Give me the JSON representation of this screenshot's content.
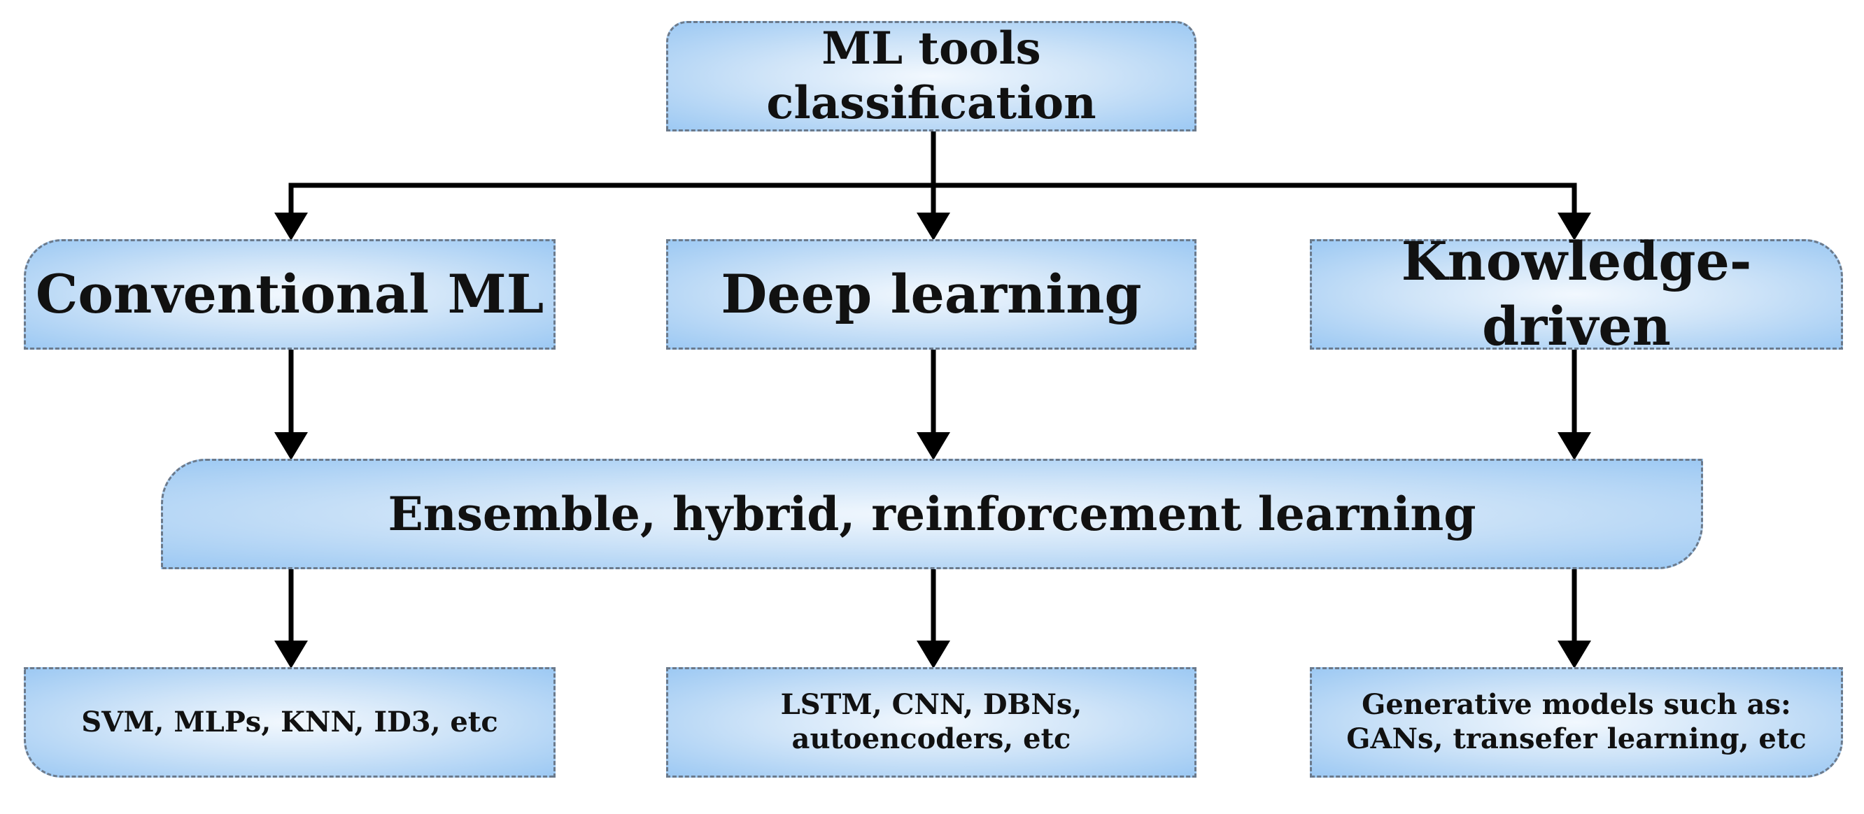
{
  "diagram": {
    "root": {
      "label": "ML tools classification"
    },
    "categories": [
      {
        "label": "Conventional ML"
      },
      {
        "label": "Deep learning"
      },
      {
        "label": "Knowledge-driven"
      }
    ],
    "combined": {
      "label": "Ensemble, hybrid, reinforcement learning"
    },
    "examples": [
      {
        "label": "SVM, MLPs, KNN, ID3, etc"
      },
      {
        "label": "LSTM, CNN, DBNs,\nautoencoders, etc"
      },
      {
        "label": "Generative models such as:\nGANs, transefer learning, etc"
      }
    ]
  },
  "colors": {
    "box_fill_center": "#f2f8fe",
    "box_fill_edge": "#9dc9f3",
    "box_border": "#6b7a8c",
    "connector": "#000000",
    "text": "#111111"
  }
}
